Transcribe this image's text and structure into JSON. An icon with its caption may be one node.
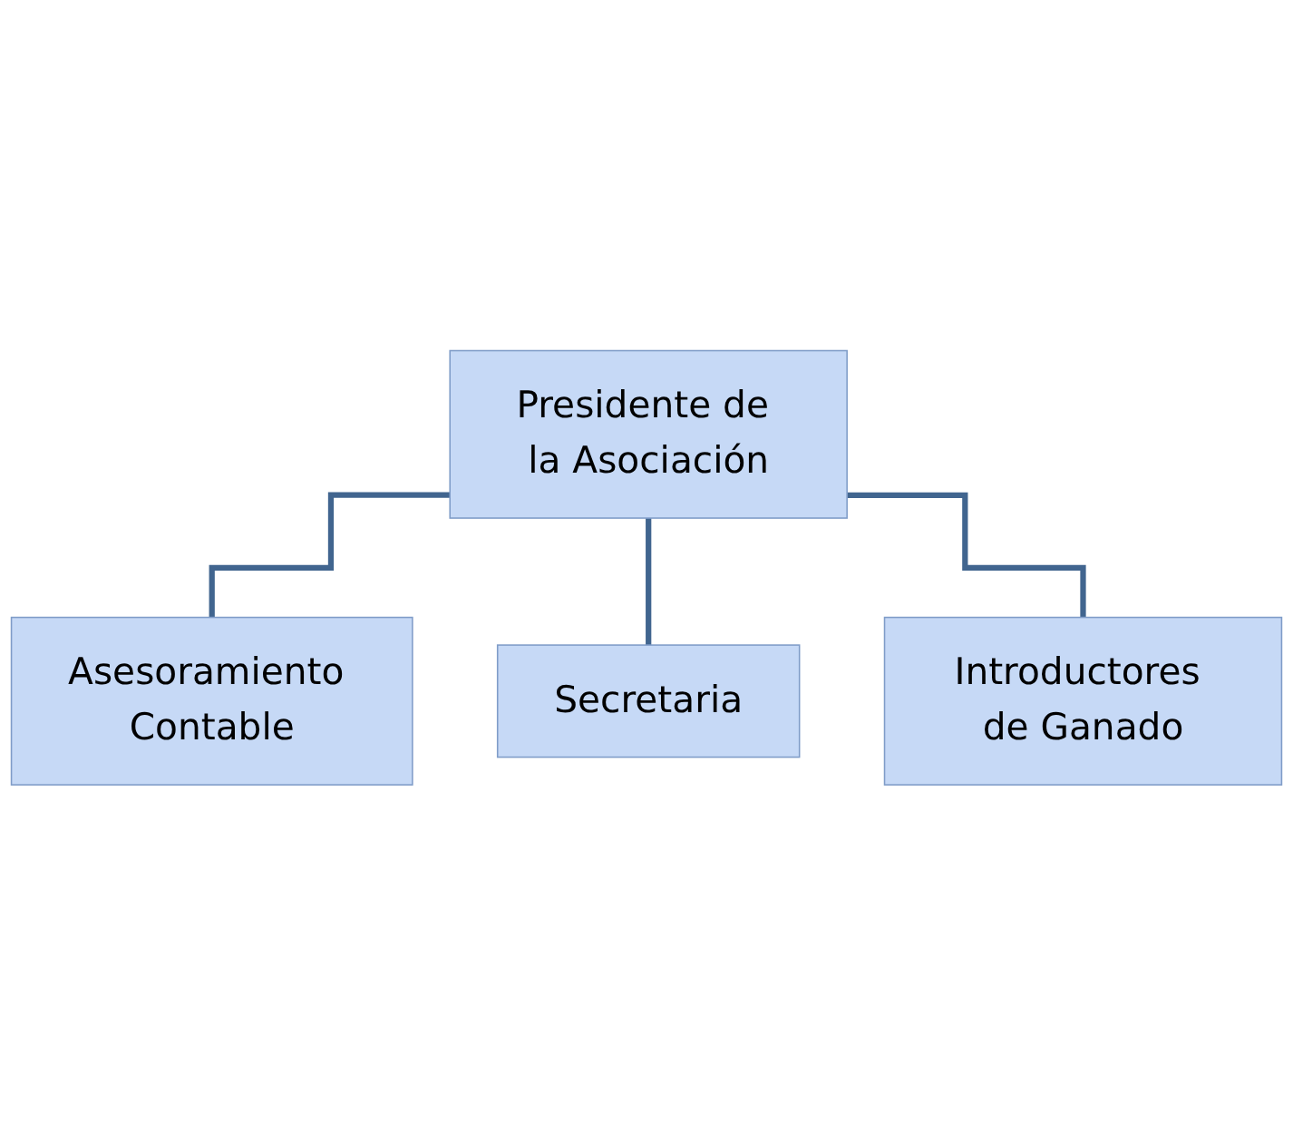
{
  "diagram": {
    "nodes": [
      {
        "text": [
          "Presidente de la Asociación"
        ]
      },
      {
        "text": [
          "Asesoramiento Contable"
        ]
      },
      {
        "text": [
          "Secretaria"
        ]
      },
      {
        "text": [
          "Introductores de Ganado"
        ]
      }
    ],
    "edges": [
      {
        "from": 0,
        "to": 1,
        "arrow": "none"
      },
      {
        "from": 0,
        "to": 2,
        "arrow": "none"
      },
      {
        "from": 0,
        "to": 3,
        "arrow": "none"
      }
    ]
  }
}
